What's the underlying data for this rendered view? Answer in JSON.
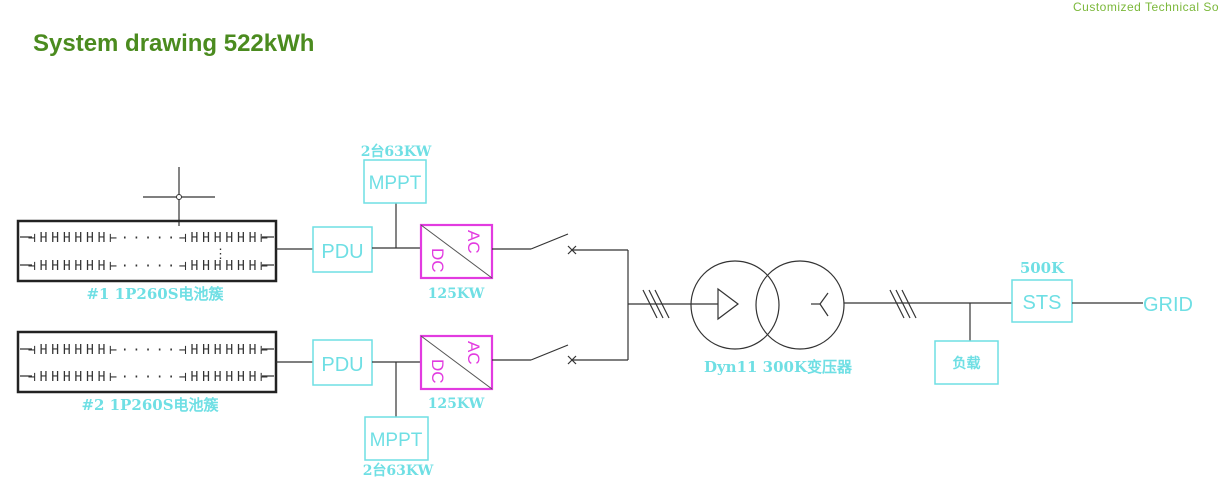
{
  "header": {
    "top_note": "Customized  Technical  So",
    "title": "System drawing 522kWh",
    "accent_color": "#4b8b1f"
  },
  "diagram": {
    "battery_string_glyph": "⊣HHHHHH⊢·····⊣HHHHHH⊢",
    "branches": [
      {
        "battery_label": "#1  1P260S电池簇",
        "pdu_label": "PDU",
        "mppt_label": "MPPT",
        "mppt_rating": "2台63KW",
        "converter_top": "AC",
        "converter_bottom": "DC",
        "converter_rating": "125KW"
      },
      {
        "battery_label": "#2  1P260S电池簇",
        "pdu_label": "PDU",
        "mppt_label": "MPPT",
        "mppt_rating": "2台63KW",
        "converter_top": "AC",
        "converter_bottom": "DC",
        "converter_rating": "125KW"
      }
    ],
    "transformer_label": "Dyn11  300K变压器",
    "load_label": "负载",
    "sts_label": "STS",
    "sts_rating": "500K",
    "grid_label": "GRID",
    "colors": {
      "equipment": "#6fdfe4",
      "converter": "#e23be0",
      "wiring": "#333333"
    }
  }
}
